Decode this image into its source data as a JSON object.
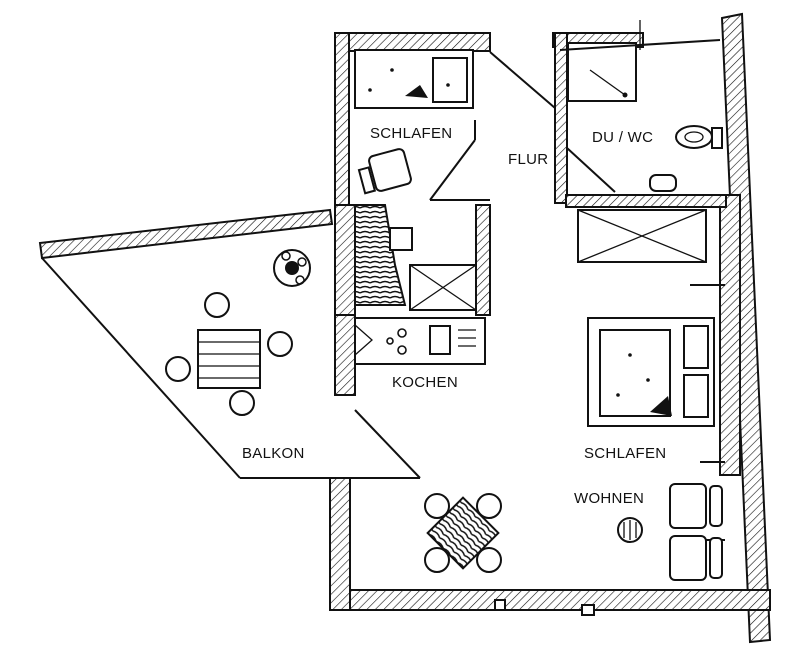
{
  "rooms": {
    "schlafen_top": "SCHLAFEN",
    "flur": "FLUR",
    "du_wc": "DU / WC",
    "kochen": "KOCHEN",
    "balkon": "BALKON",
    "schlafen_right": "SCHLAFEN",
    "wohnen": "WOHNEN"
  },
  "colors": {
    "ink": "#111111",
    "paper": "#ffffff"
  },
  "icons": [
    "bed-icon",
    "chair-icon",
    "table-icon",
    "sink-icon",
    "toilet-icon",
    "stove-icon",
    "plant-icon",
    "shower-icon",
    "wardrobe-icon"
  ]
}
